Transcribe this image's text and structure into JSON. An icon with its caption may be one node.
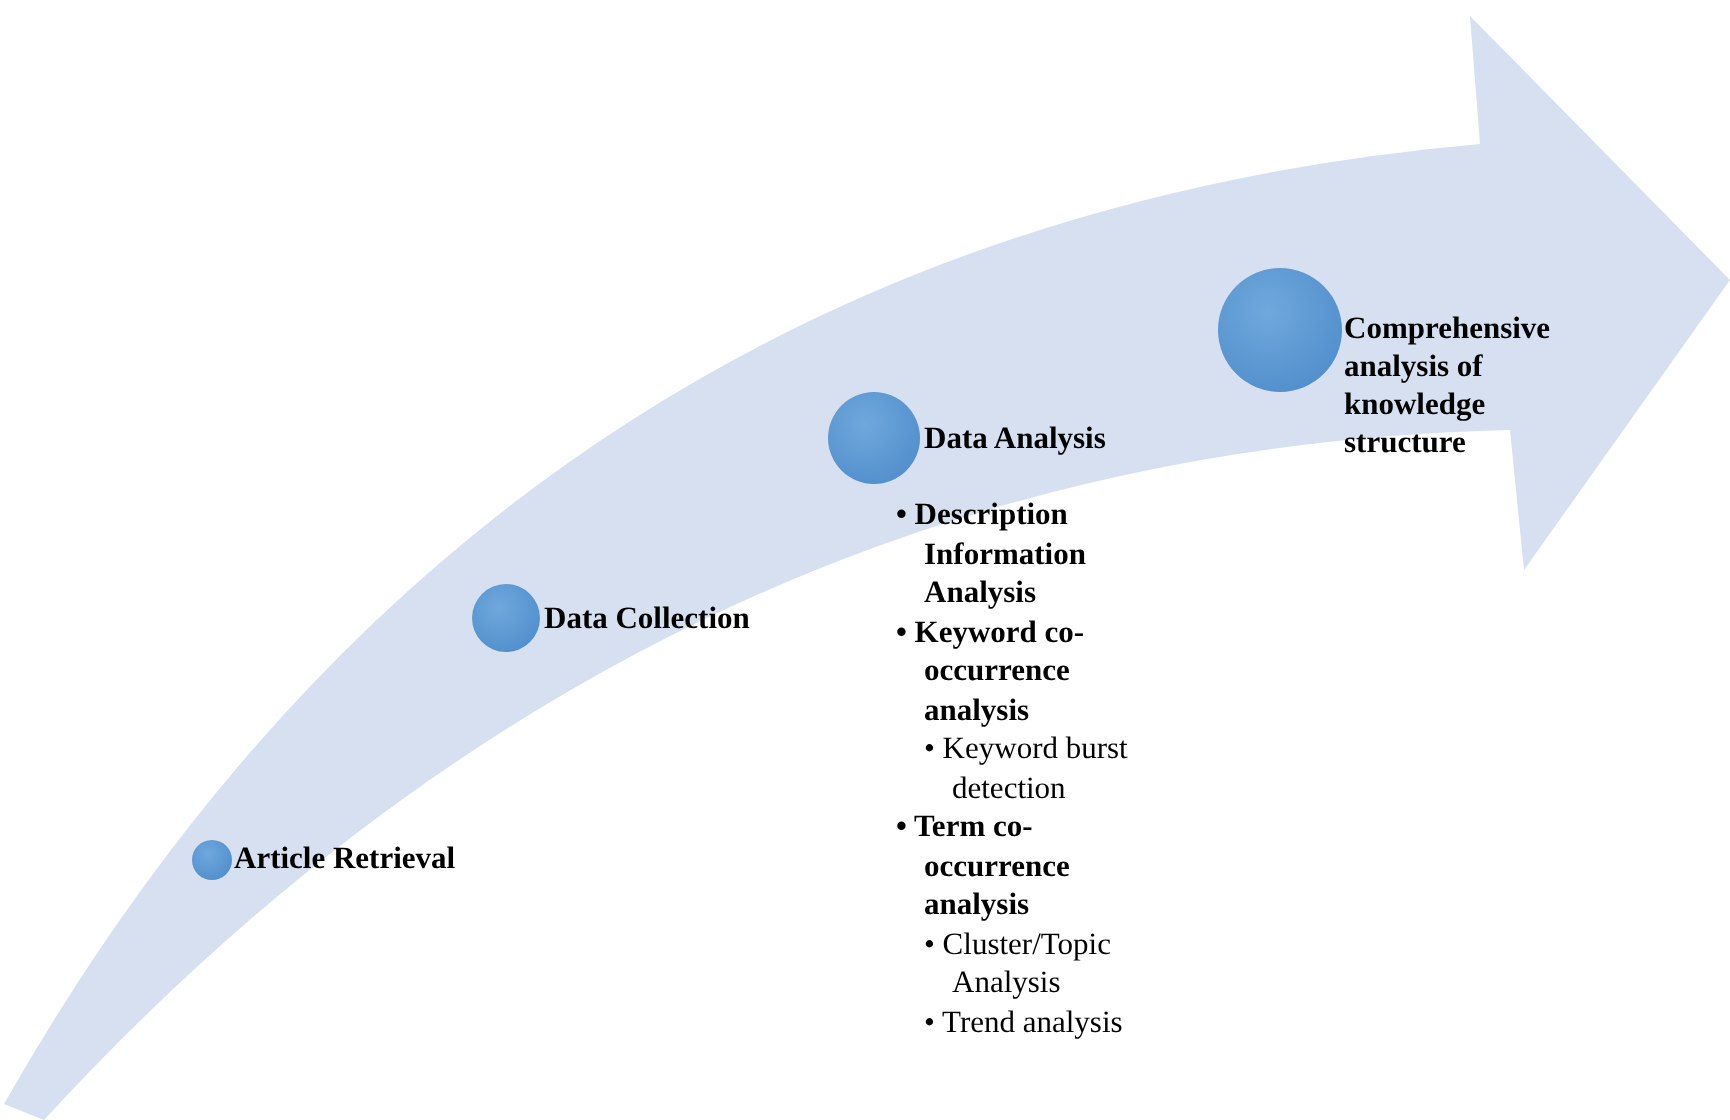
{
  "diagram": {
    "nodes": [
      {
        "text": [],
        "shape": "circle",
        "beside": [
          "Article Retrieval"
        ]
      },
      {
        "text": [],
        "shape": "circle",
        "beside": [
          "Data Collection"
        ]
      },
      {
        "text": [],
        "shape": "circle",
        "beside": [
          "Data Analysis",
          "• Description Information Analysis",
          "• Keyword co-occurrence analysis",
          "• Keyword burst detection",
          "• Term co-occurrence analysis",
          "• Cluster/Topic Analysis",
          "• Trend analysis"
        ]
      },
      {
        "text": [],
        "shape": "circle",
        "beside": [
          "Comprehensive analysis of knowledge structure"
        ]
      }
    ]
  }
}
